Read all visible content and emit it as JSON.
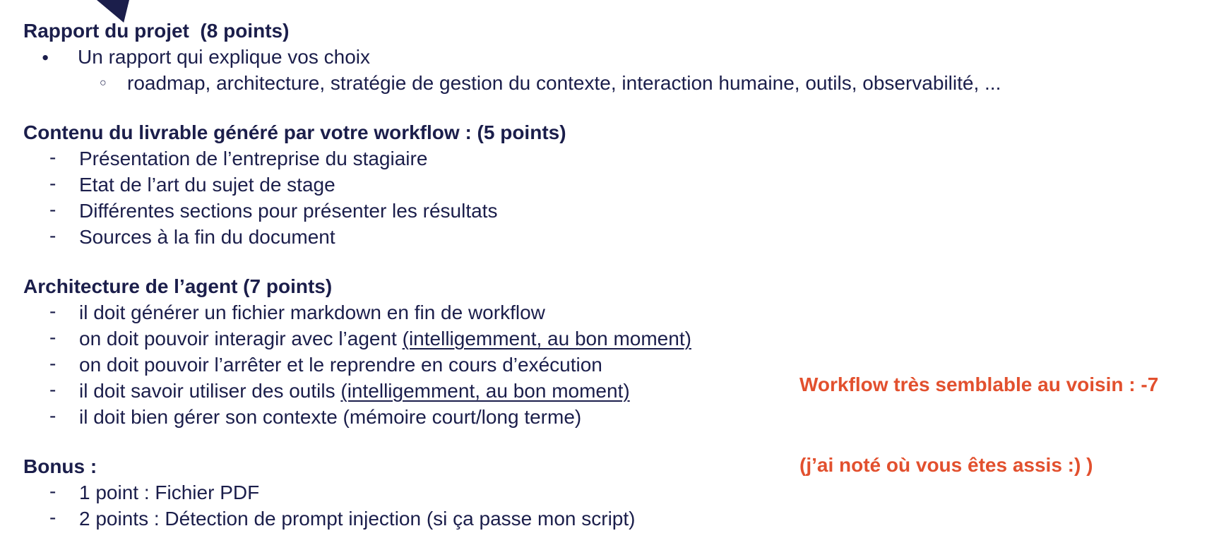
{
  "colors": {
    "text_navy": "#1b1e4b",
    "annotation_orange": "#e2502e",
    "background": "#ffffff"
  },
  "marker_glyphs": {
    "disc": "●",
    "circle": "○",
    "dash": "-"
  },
  "sections": [
    {
      "heading": "Rapport du projet  (8 points)",
      "items": [
        {
          "level": 1,
          "marker": "disc",
          "text": "Un rapport qui explique vos choix"
        },
        {
          "level": 2,
          "marker": "circle",
          "text": "roadmap, architecture, stratégie de gestion du contexte, interaction humaine, outils, observabilité, ..."
        }
      ]
    },
    {
      "heading": "Contenu du livrable généré par votre workflow : (5 points)",
      "items": [
        {
          "level": 1,
          "marker": "dash",
          "text": "Présentation de l’entreprise du stagiaire"
        },
        {
          "level": 1,
          "marker": "dash",
          "text": "Etat de l’art du sujet de stage"
        },
        {
          "level": 1,
          "marker": "dash",
          "text": "Différentes sections pour présenter les résultats"
        },
        {
          "level": 1,
          "marker": "dash",
          "text": "Sources à la fin du document"
        }
      ]
    },
    {
      "heading": "Architecture de l’agent (7 points)",
      "items": [
        {
          "level": 1,
          "marker": "dash",
          "text": "il doit générer un fichier markdown en fin de workflow"
        },
        {
          "level": 1,
          "marker": "dash",
          "text": "on doit pouvoir interagir avec l’agent ",
          "underline": "(intelligemment, au bon moment)"
        },
        {
          "level": 1,
          "marker": "dash",
          "text": "on doit pouvoir l’arrêter et le reprendre en cours d’exécution"
        },
        {
          "level": 1,
          "marker": "dash",
          "text": "il doit savoir utiliser des outils ",
          "underline": "(intelligemment, au bon moment)"
        },
        {
          "level": 1,
          "marker": "dash",
          "text": "il doit bien gérer son contexte (mémoire court/long terme)"
        }
      ]
    },
    {
      "heading": "Bonus :",
      "items": [
        {
          "level": 1,
          "marker": "dash",
          "text": "1 point : Fichier PDF"
        },
        {
          "level": 1,
          "marker": "dash",
          "text": "2 points : Détection de prompt injection (si ça passe mon script)"
        }
      ]
    }
  ],
  "annotation": {
    "line1": "Workflow très semblable au voisin : -7",
    "line2": "(j’ai noté où vous êtes assis :) )"
  }
}
